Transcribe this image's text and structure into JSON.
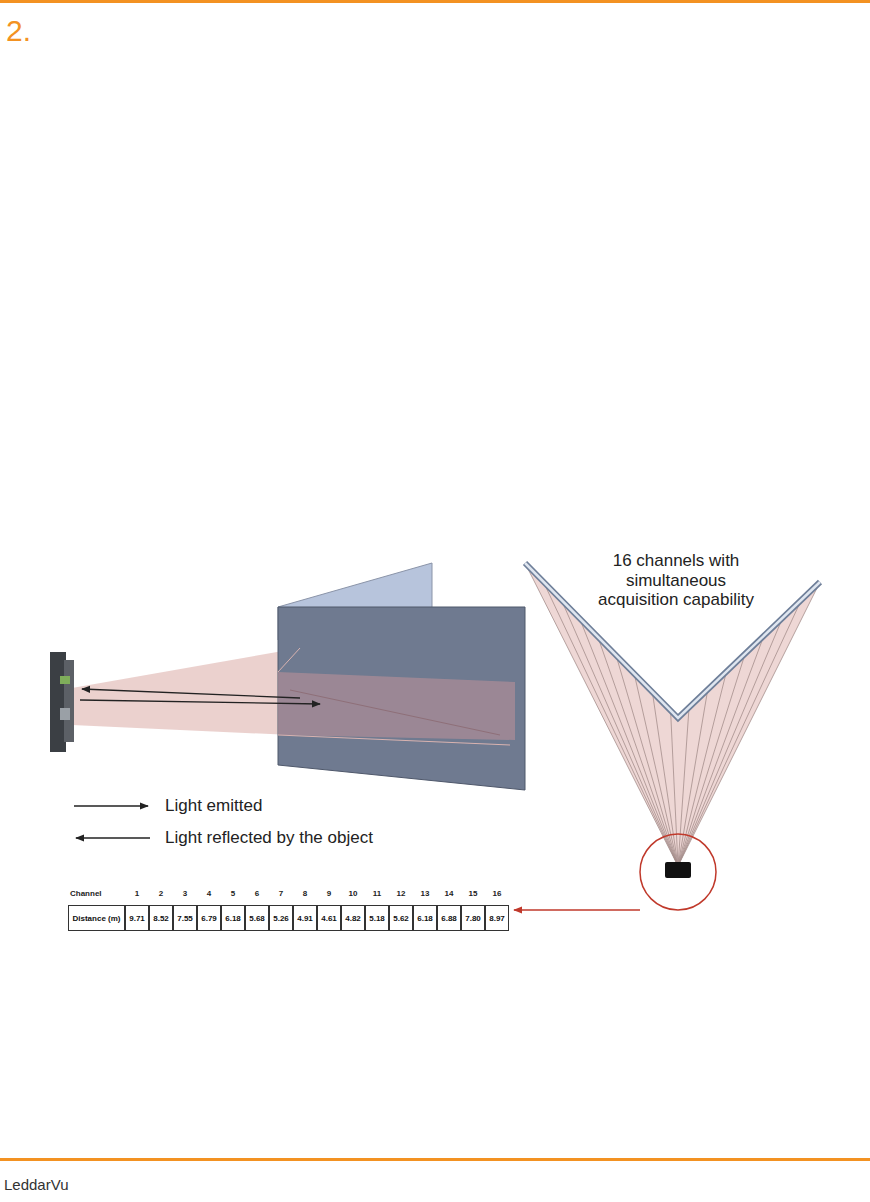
{
  "diagram": {
    "title": "2.",
    "labels": [
      "16 channels with simultaneous acquisition capability",
      "Channel",
      "1",
      "2",
      "3",
      "4",
      "5",
      "6",
      "7",
      "8",
      "9",
      "10",
      "11",
      "12",
      "13",
      "14",
      "15",
      "16",
      "Distance (m)",
      "9.71",
      "8.52",
      "7.55",
      "6.79",
      "6.18",
      "5.68",
      "5.26",
      "4.91",
      "4.61",
      "4.82",
      "5.18",
      "5.62",
      "6.18",
      "6.88",
      "7.80",
      "8.97",
      "LeddarVu"
    ],
    "legend": [
      {
        "text": "Light emitted"
      },
      {
        "text": "Light reflected by the object"
      }
    ]
  }
}
